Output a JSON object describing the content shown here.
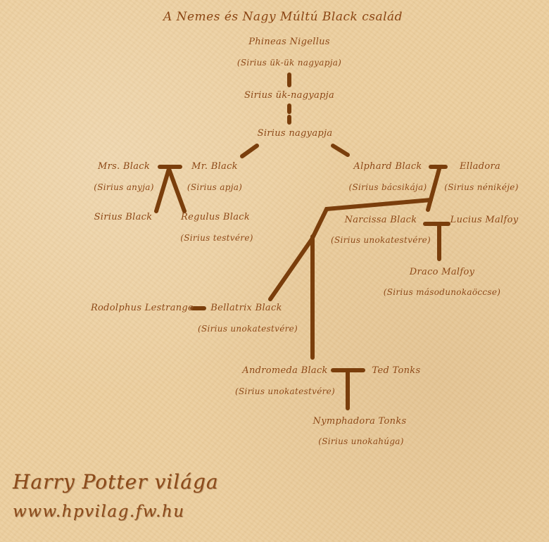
{
  "title": "A Nemes és Nagy Múltú Black család",
  "people": {
    "phineas": {
      "name": "Phineas Nigellus",
      "relation": "(Sirius ük-ük nagyapja)"
    },
    "uknagyapa": {
      "name": "Sirius ük-nagyapja"
    },
    "nagyapa": {
      "name": "Sirius nagyapja"
    },
    "mrs_black": {
      "name": "Mrs. Black",
      "relation": "(Sirius anyja)"
    },
    "mr_black": {
      "name": "Mr. Black",
      "relation": "(Sirius apja)"
    },
    "alphard": {
      "name": "Alphard Black",
      "relation": "(Sirius bácsikája)"
    },
    "elladora": {
      "name": "Elladora",
      "relation": "(Sirius nénikéje)"
    },
    "sirius": {
      "name": "Sirius Black"
    },
    "regulus": {
      "name": "Regulus Black",
      "relation": "(Sirius testvére)"
    },
    "narcissa": {
      "name": "Narcissa Black",
      "relation": "(Sirius unokatestvére)"
    },
    "lucius": {
      "name": "Lucius Malfoy"
    },
    "draco": {
      "name": "Draco Malfoy",
      "relation": "(Sirius másodunokaöccse)"
    },
    "rodolphus": {
      "name": "Rodolphus Lestrange"
    },
    "bellatrix": {
      "name": "Bellatrix Black",
      "relation": "(Sirius unokatestvére)"
    },
    "andromeda": {
      "name": "Andromeda Black",
      "relation": "(Sirius unokatestvére)"
    },
    "ted": {
      "name": "Ted Tonks"
    },
    "nymphadora": {
      "name": "Nymphadora Tonks",
      "relation": "(Sirius unokahúga)"
    }
  },
  "branding": {
    "site_name": "Harry Potter világa",
    "url": "www.hpvilag.fw.hu"
  },
  "colors": {
    "text": "#8a4513",
    "connector": "#7a3e0c",
    "background": "#eccf9f"
  }
}
